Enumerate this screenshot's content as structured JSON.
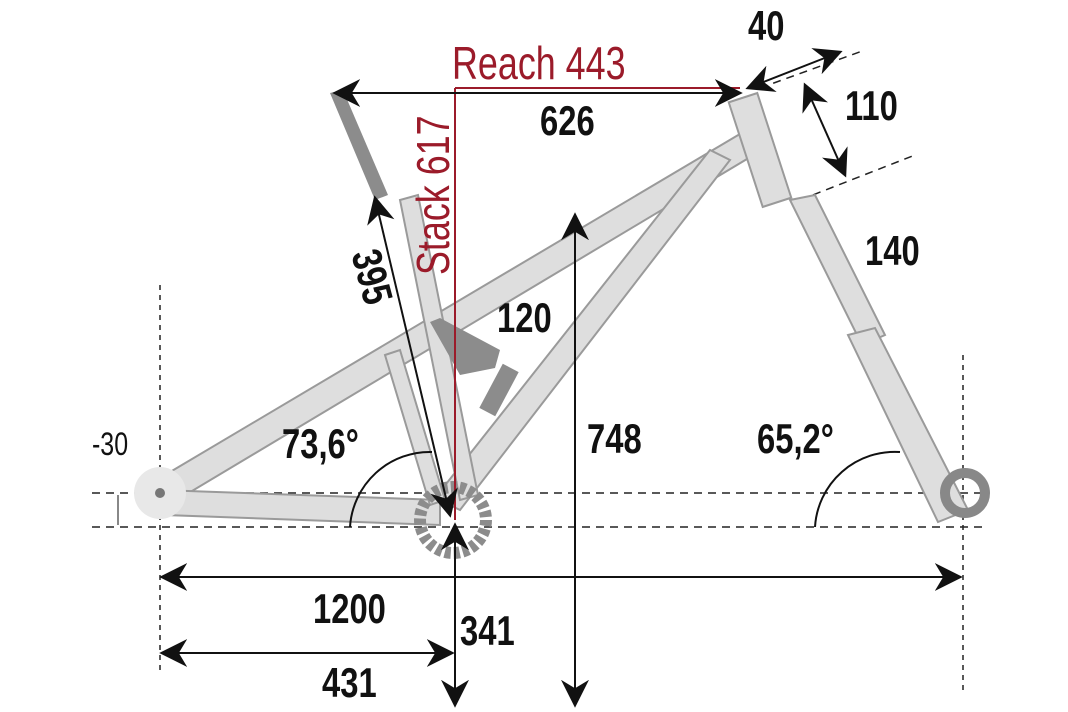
{
  "diagram": {
    "type": "bike frame geometry",
    "colors": {
      "frame": "#dcdcdc",
      "frame_edge": "#9a9a9a",
      "dark_part": "#8c8c8c",
      "reach_stack": "#9b1b2a",
      "dim_line": "#111111"
    },
    "labels": {
      "reach": "Reach 443",
      "stack": "Stack 617",
      "top_tube": "626",
      "stem": "40",
      "head_tube": "110",
      "fork_travel": "140",
      "seat_tube": "395",
      "rear_travel": "120",
      "seat_angle": "73,6°",
      "head_angle": "65,2°",
      "bb_drop": "-30",
      "frame_height": "748",
      "wheelbase": "1200",
      "chainstay": "431",
      "bb_height": "341"
    }
  }
}
